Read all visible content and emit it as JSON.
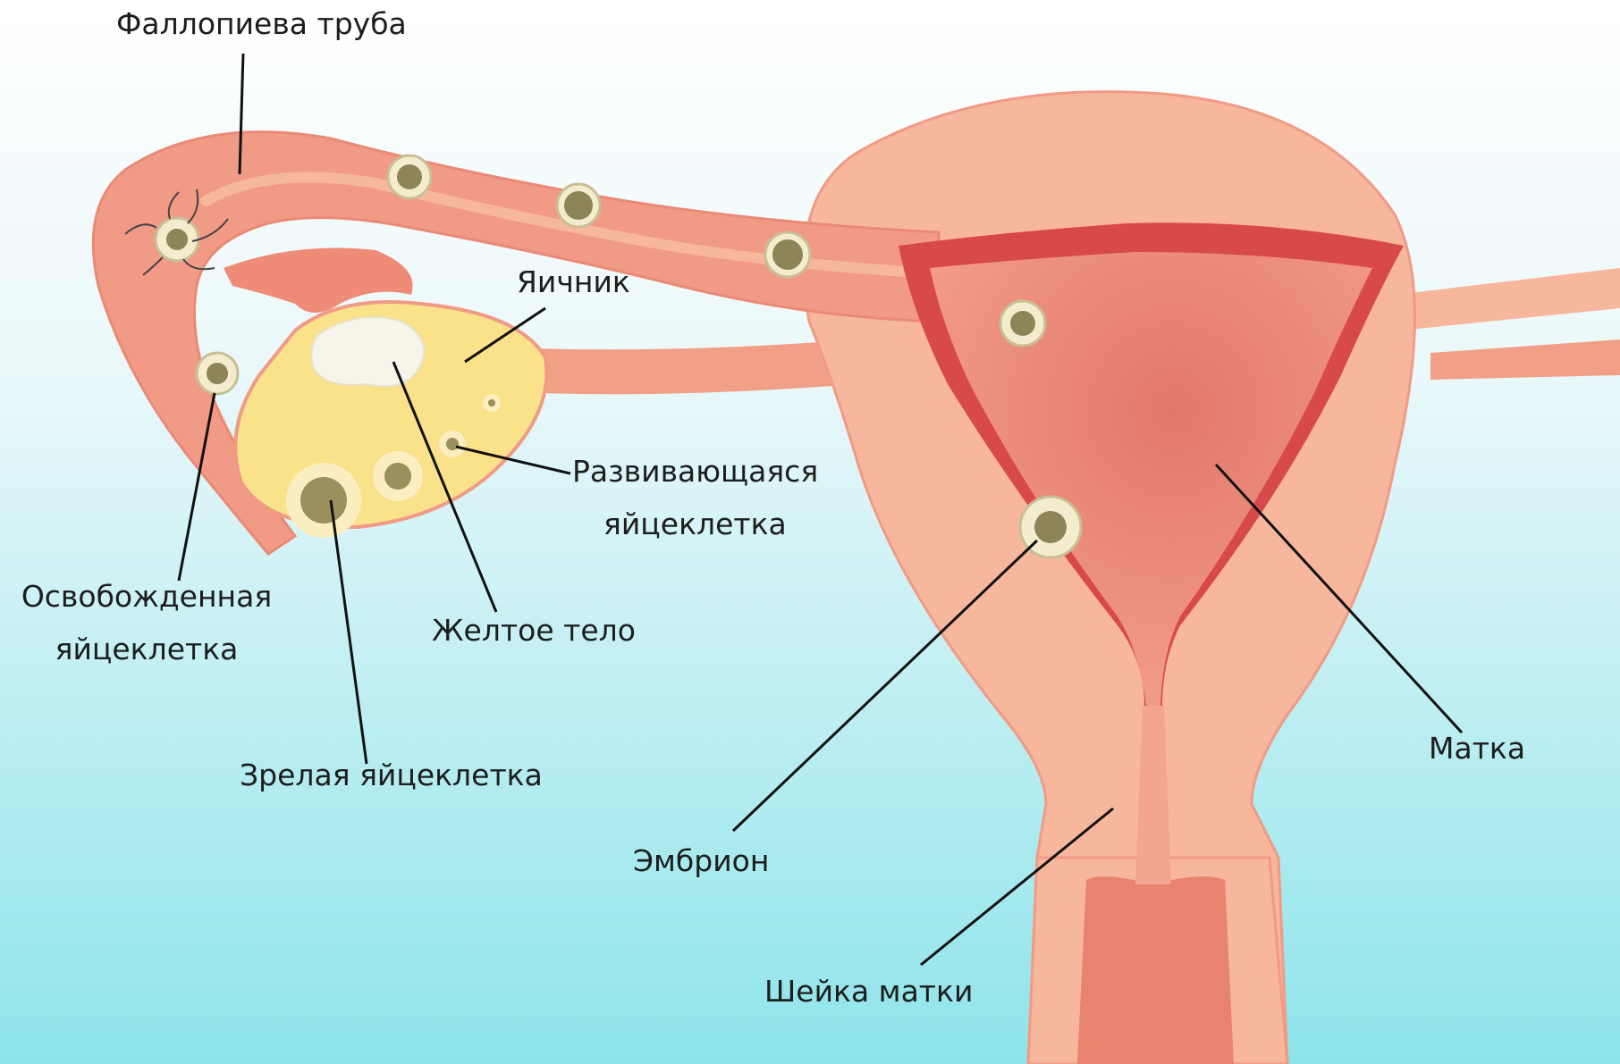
{
  "labels": {
    "fallopian_tube": "Фаллопиева труба",
    "ovary": "Яичник",
    "developing_egg": [
      "Развивающаяся",
      "яйцеклетка"
    ],
    "released_egg": [
      "Освобожденная",
      "яйцеклетка"
    ],
    "corpus_luteum": "Желтое тело",
    "mature_egg": "Зрелая яйцеклетка",
    "uterus": "Матка",
    "embryon": "Эмбрион",
    "cervix": "Шейка матки"
  },
  "colors": {
    "background_top": "#ffffff",
    "background_bottom": "#8ee4ea",
    "outer_tissue": "#f7b79c",
    "tube_wall": "#ef9680",
    "endometrium": "#d84a4a",
    "cavity": "#ef8f7c",
    "ovary_yellow": "#f9e28a",
    "egg": "#f3eccf",
    "egg_nucleus": "#8d8457",
    "label_text": "#1d1d1d",
    "leader_line": "#111111"
  }
}
